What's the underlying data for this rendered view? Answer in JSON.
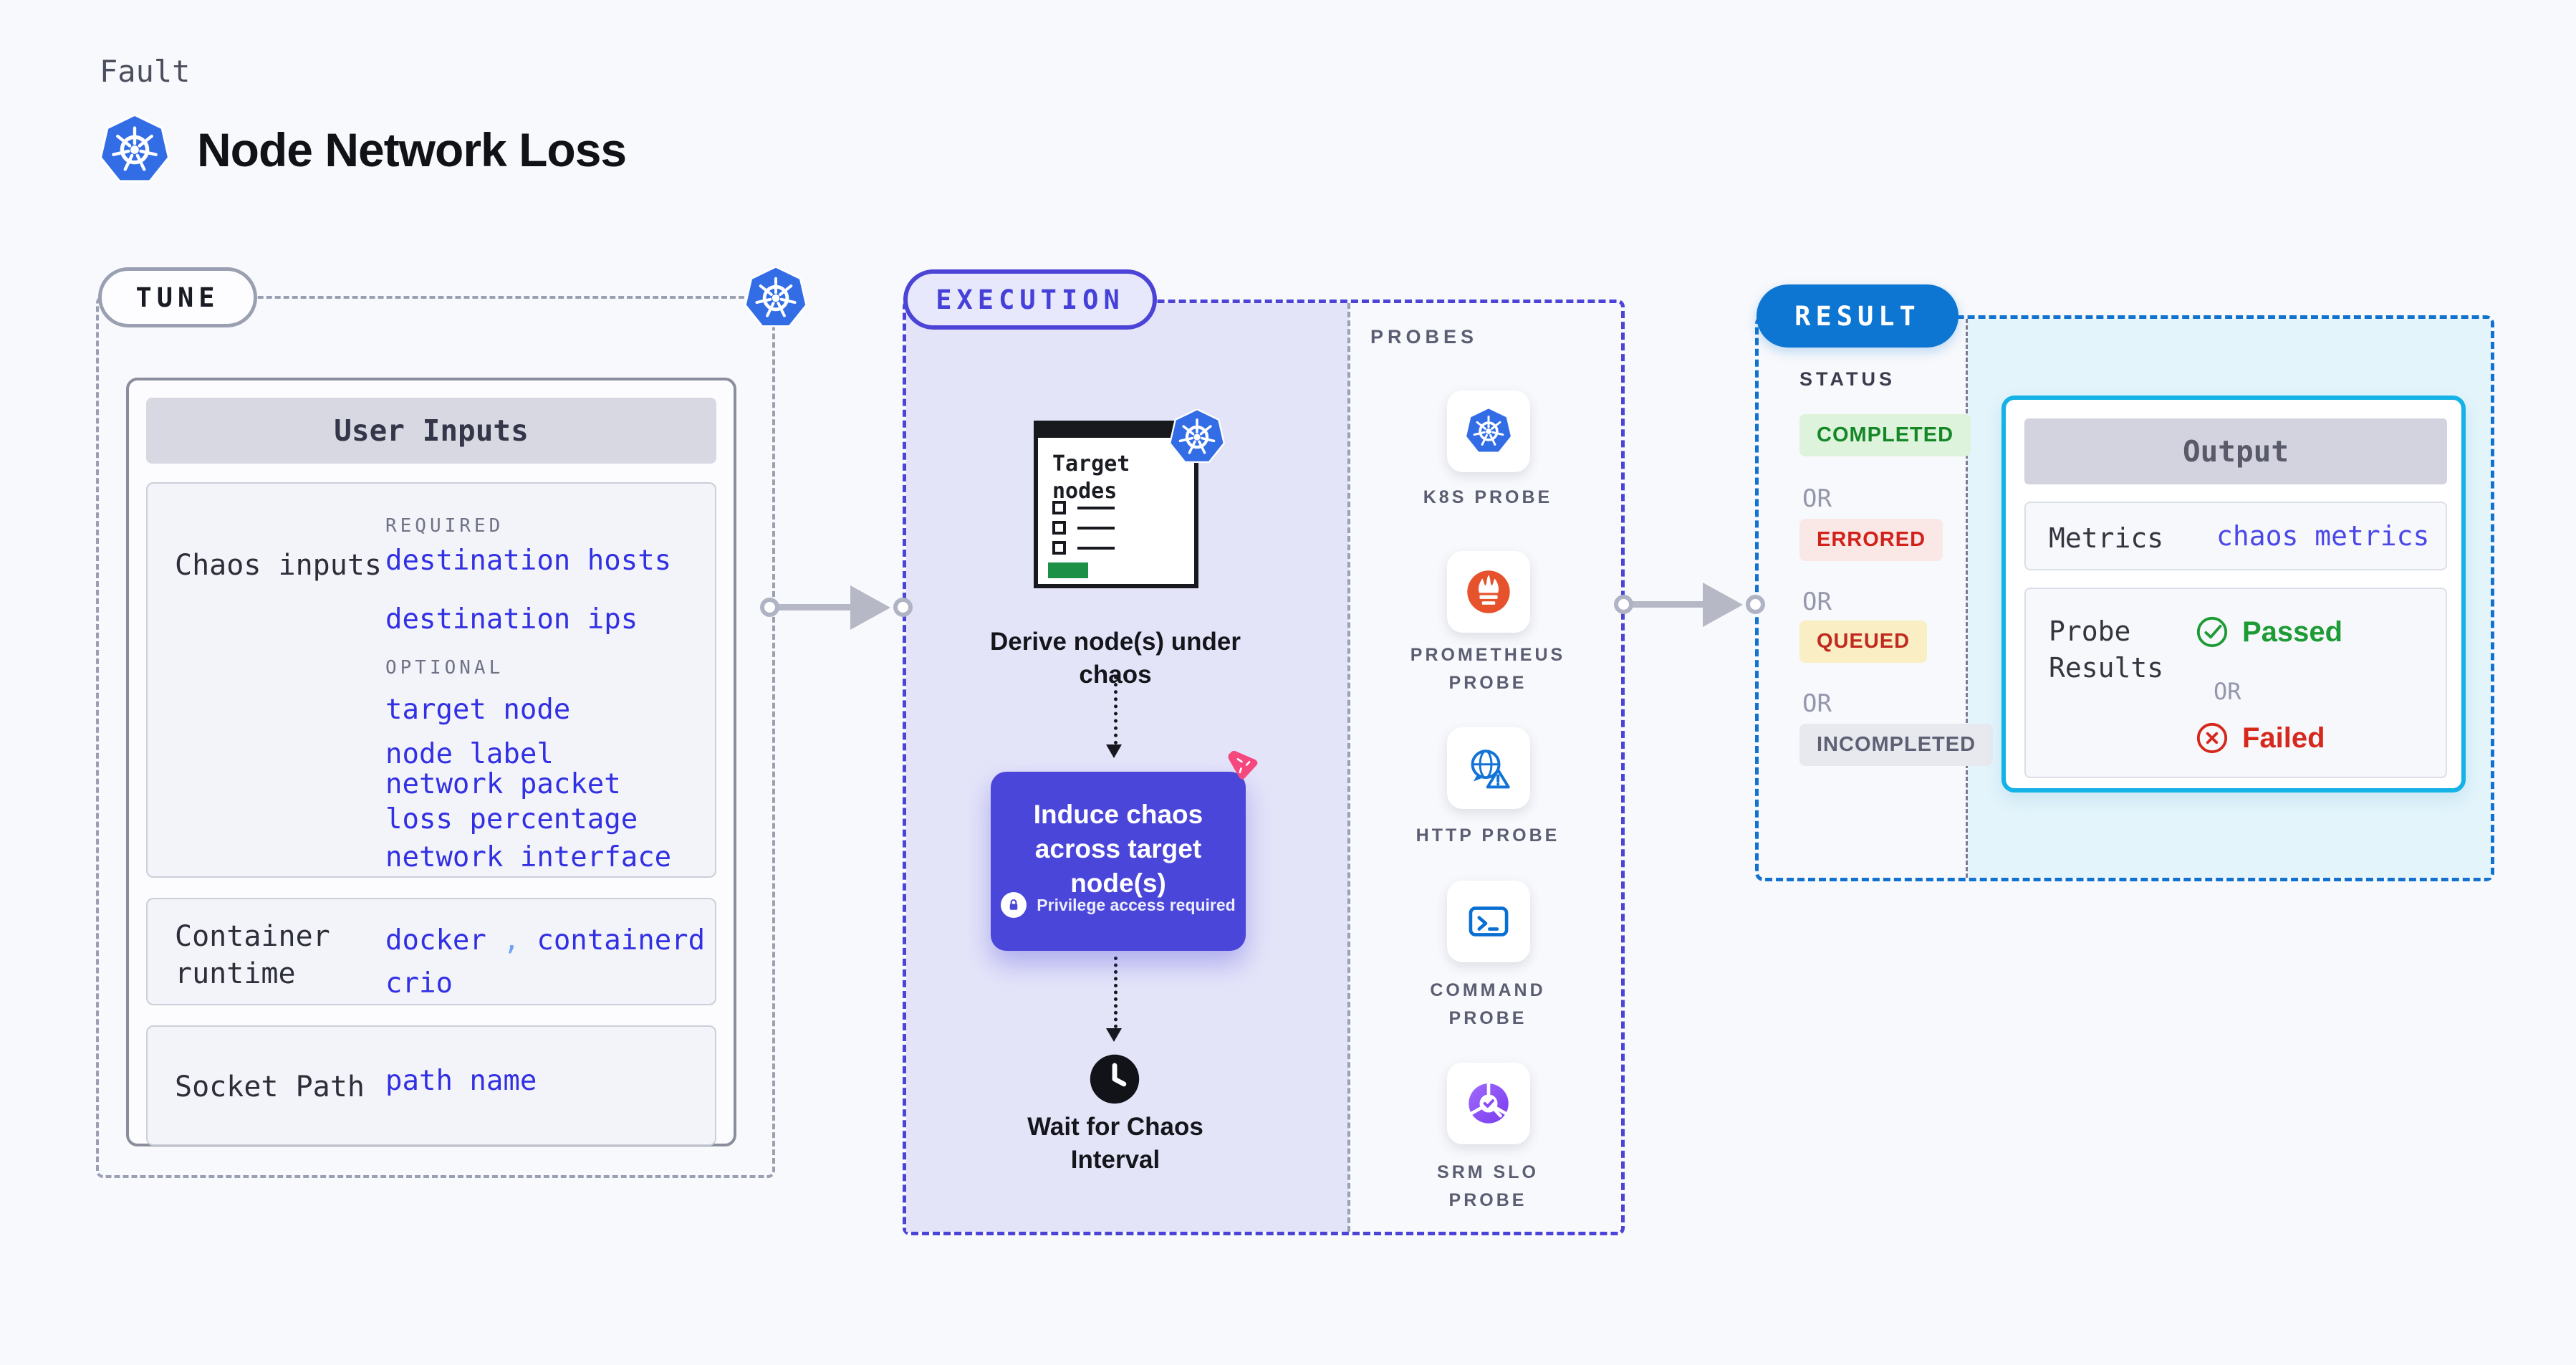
{
  "header": {
    "eyebrow": "Fault",
    "title": "Node Network Loss"
  },
  "tune": {
    "badge": "TUNE",
    "panel_title": "User Inputs",
    "chaos_inputs": {
      "label": "Chaos inputs",
      "required_heading": "REQUIRED",
      "required_items": [
        "destination hosts",
        "destination ips"
      ],
      "optional_heading": "OPTIONAL",
      "optional_items": [
        "target node",
        "node label",
        "network packet loss percentage",
        "network interface"
      ]
    },
    "container_runtime": {
      "label": "Container runtime",
      "value_1": "docker",
      "separator": ",",
      "value_2": "containerd",
      "value_3": "crio"
    },
    "socket_path": {
      "label": "Socket Path",
      "value": "path name"
    }
  },
  "execution": {
    "badge": "EXECUTION",
    "target_nodes_title": "Target nodes",
    "derive_caption": "Derive node(s) under chaos",
    "induce": {
      "title": "Induce chaos across target node(s)",
      "note": "Privilege access required"
    },
    "wait_caption": "Wait for Chaos Interval"
  },
  "probes": {
    "heading": "PROBES",
    "items": [
      {
        "icon": "kubernetes-icon",
        "line1": "K8S PROBE"
      },
      {
        "icon": "prometheus-icon",
        "line1": "PROMETHEUS",
        "line2": "PROBE"
      },
      {
        "icon": "http-icon",
        "line1": "HTTP PROBE"
      },
      {
        "icon": "command-icon",
        "line1": "COMMAND",
        "line2": "PROBE"
      },
      {
        "icon": "srm-slo-icon",
        "line1": "SRM SLO",
        "line2": "PROBE"
      }
    ]
  },
  "result": {
    "badge": "RESULT",
    "status": {
      "heading": "STATUS",
      "or": "OR",
      "completed": "COMPLETED",
      "errored": "ERRORED",
      "queued": "QUEUED",
      "incompleted": "INCOMPLETED"
    },
    "output": {
      "title": "Output",
      "metrics_label": "Metrics",
      "metrics_value": "chaos metrics",
      "probe_results_label": "Probe Results",
      "passed": "Passed",
      "or": "OR",
      "failed": "Failed"
    }
  },
  "colors": {
    "kubernetes_blue": "#326de6",
    "execution_indigo": "#4b44d6",
    "result_blue": "#0d76d2",
    "output_cyan": "#14b2e6",
    "litmus_pink": "#f5487f",
    "prometheus_orange": "#e6522c",
    "success_green": "#1d9b35",
    "error_red": "#d6281c",
    "param_blue": "#3230e3"
  }
}
